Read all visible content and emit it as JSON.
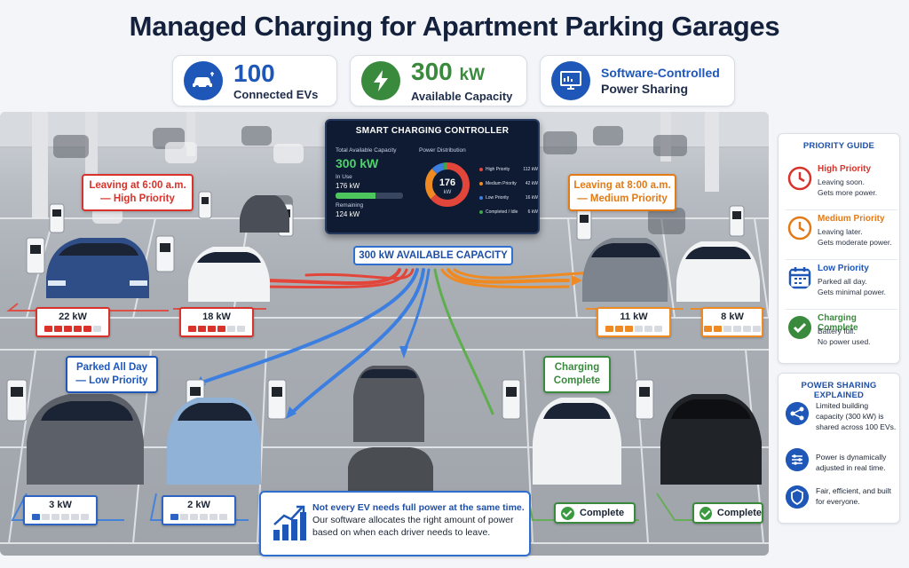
{
  "title": "Managed Charging for Apartment Parking Garages",
  "stats": {
    "evs": {
      "value": "100",
      "label": "Connected EVs",
      "icon": "car-plug-icon",
      "color": "#1e57b8"
    },
    "capacity": {
      "value": "300",
      "unit": "kW",
      "label": "Available Capacity",
      "icon": "lightning-icon",
      "color": "#3a8a3e"
    },
    "software": {
      "line1": "Software-Controlled",
      "line2": "Power Sharing",
      "icon": "monitor-chart-icon",
      "color": "#1e57b8"
    }
  },
  "controller": {
    "title": "SMART CHARGING CONTROLLER",
    "total_label": "Total Available Capacity",
    "total_value": "300 kW",
    "in_use_label": "In Use",
    "in_use_value": "176 kW",
    "in_use_fraction": 0.59,
    "remaining_label": "Remaining",
    "remaining_value": "124 kW",
    "distribution_label": "Power Distribution",
    "donut_value": "176",
    "donut_unit": "kW",
    "legend": [
      {
        "label": "High Priority",
        "value": "112 kW",
        "color": "#e2463a"
      },
      {
        "label": "Medium Priority",
        "value": "42 kW",
        "color": "#ef8a22"
      },
      {
        "label": "Low Priority",
        "value": "16 kW",
        "color": "#3c7fe0"
      },
      {
        "label": "Completed / Idle",
        "value": "6 kW",
        "color": "#3fa548"
      }
    ]
  },
  "capacity_badge": "300 kW AVAILABLE CAPACITY",
  "callouts": {
    "high": {
      "line1": "Leaving at 6:00 a.m.",
      "line2": "— High Priority",
      "color": "#d8322a"
    },
    "medium": {
      "line1": "Leaving at 8:00 a.m.",
      "line2": "— Medium Priority",
      "color": "#e27a16"
    },
    "low": {
      "line1": "Parked All Day",
      "line2": "— Low Priority",
      "color": "#1e57b8"
    },
    "complete": {
      "line1": "Charging",
      "line2": "Complete",
      "color": "#3a8a3e"
    }
  },
  "car_power": [
    {
      "label": "22 kW",
      "level": 5,
      "of": 6,
      "color": "#d8322a"
    },
    {
      "label": "18 kW",
      "level": 4,
      "of": 6,
      "color": "#d8322a"
    },
    {
      "label": "11 kW",
      "level": 3,
      "of": 6,
      "color": "#ef8a22"
    },
    {
      "label": "8 kW",
      "level": 2,
      "of": 6,
      "color": "#ef8a22"
    },
    {
      "label": "3 kW",
      "level": 1,
      "of": 6,
      "color": "#2d64c4"
    },
    {
      "label": "2 kW",
      "level": 1,
      "of": 6,
      "color": "#2d64c4"
    }
  ],
  "complete_badges": [
    "Complete",
    "Complete"
  ],
  "note": {
    "headline": "Not every EV needs full power at the same time.",
    "body": "Our software allocates the right amount of power based on when each driver needs to leave."
  },
  "priority_guide": {
    "title": "PRIORITY GUIDE",
    "items": [
      {
        "name": "High Priority",
        "d1": "Leaving soon.",
        "d2": "Gets more power.",
        "color": "#d8322a",
        "icon": "clock-icon"
      },
      {
        "name": "Medium Priority",
        "d1": "Leaving later.",
        "d2": "Gets moderate power.",
        "color": "#e27a16",
        "icon": "clock-icon"
      },
      {
        "name": "Low Priority",
        "d1": "Parked all day.",
        "d2": "Gets minimal power.",
        "color": "#1e57b8",
        "icon": "calendar-icon"
      },
      {
        "name": "Charging Complete",
        "d1": "Battery full.",
        "d2": "No power used.",
        "color": "#3a8a3e",
        "icon": "check-circle-icon"
      }
    ]
  },
  "power_sharing": {
    "title": "POWER SHARING EXPLAINED",
    "items": [
      {
        "text": "Limited building capacity (300 kW) is shared across 100 EVs.",
        "icon": "share-icon"
      },
      {
        "text": "Power is dynamically adjusted in real time.",
        "icon": "sliders-icon"
      },
      {
        "text": "Fair, efficient, and built for everyone.",
        "icon": "shield-icon"
      }
    ]
  }
}
